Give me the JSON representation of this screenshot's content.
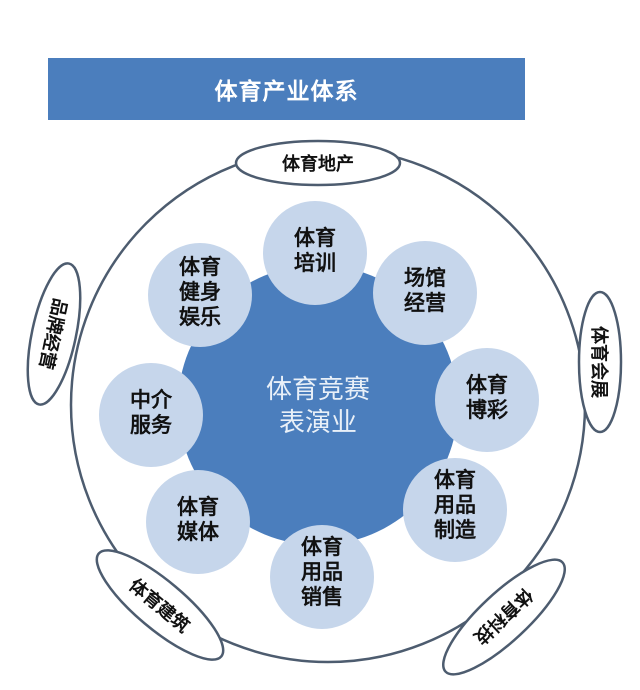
{
  "title": "体育产业体系",
  "center": {
    "label": "体育竞赛\n表演业",
    "color": "#4b7ebd"
  },
  "satellites": [
    {
      "label": "体育\n培训"
    },
    {
      "label": "场馆\n经营"
    },
    {
      "label": "体育\n博彩"
    },
    {
      "label": "体育\n用品\n制造"
    },
    {
      "label": "体育\n用品\n销售"
    },
    {
      "label": "体育\n媒体"
    },
    {
      "label": "中介\n服务"
    },
    {
      "label": "体育\n健身\n娱乐"
    }
  ],
  "outer_ring": [
    {
      "label": "体育地产"
    },
    {
      "label": "体育会展"
    },
    {
      "label": "体育科技"
    },
    {
      "label": "体育建筑"
    },
    {
      "label": "品牌经营"
    }
  ],
  "colors": {
    "title_bg": "#4b7ebd",
    "center_fill": "#4b7ebd",
    "satellite_fill": "#c6d6eb",
    "outline": "#4d5c6f"
  }
}
